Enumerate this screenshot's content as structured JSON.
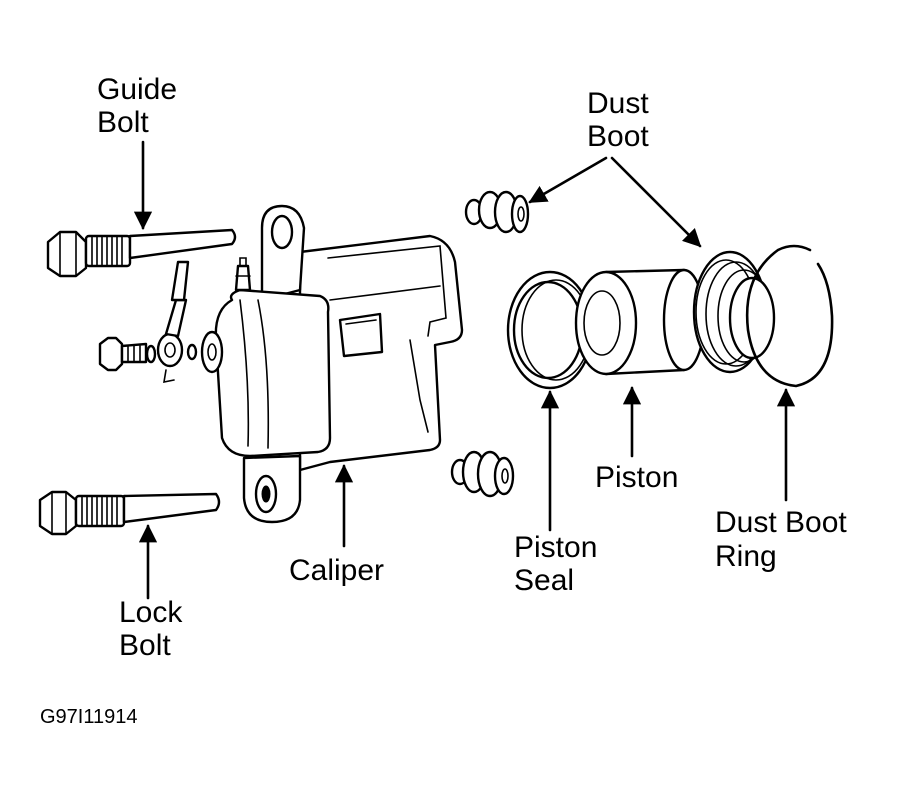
{
  "labels": {
    "guide_bolt": [
      "Guide",
      "Bolt"
    ],
    "lock_bolt": [
      "Lock",
      "Bolt"
    ],
    "caliper": "Caliper",
    "dust_boot": [
      "Dust",
      "Boot"
    ],
    "piston": "Piston",
    "piston_seal": [
      "Piston",
      "Seal"
    ],
    "dust_boot_ring": [
      "Dust Boot",
      "Ring"
    ]
  },
  "figure_code": "G97I11914",
  "colors": {
    "ink": "#000000",
    "paper": "#ffffff"
  }
}
